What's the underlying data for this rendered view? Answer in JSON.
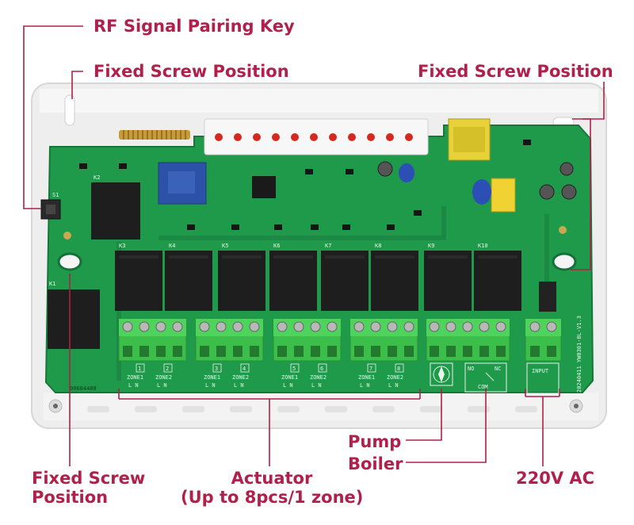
{
  "callouts": {
    "rf_pairing_key": "RF Signal Pairing Key",
    "fixed_screw_top_left": "Fixed Screw Position",
    "fixed_screw_top_right": "Fixed Screw Position",
    "fixed_screw_bottom_left_line1": "Fixed Screw",
    "fixed_screw_bottom_left_line2": "Position",
    "actuator_line1": "Actuator",
    "actuator_line2": "(Up to 8pcs/1 zone)",
    "pump": "Pump",
    "boiler": "Boiler",
    "ac_input": "220V AC"
  },
  "board": {
    "zone_numbers": [
      "1",
      "2",
      "3",
      "4",
      "5",
      "6",
      "7",
      "8"
    ],
    "zone_labels": [
      "ZONE1",
      "ZONE2",
      "ZONE1",
      "ZONE2",
      "ZONE1",
      "ZONE2",
      "ZONE1",
      "ZONE2"
    ],
    "ln_label": "L  N",
    "relay_labels": [
      "K3",
      "K4",
      "K5",
      "K6",
      "K7",
      "K8",
      "K9",
      "K10"
    ],
    "relay_k1": "K1",
    "relay_k2": "K2",
    "input_label": "INPUT",
    "com_label": "COM",
    "no_label": "NO",
    "nc_label": "NC",
    "version_text": "20240411  YW0301-8L-V1.3",
    "serial_text": "00684488",
    "switch_label": "S1",
    "led_count": 11
  },
  "colors": {
    "accent": "#b0204a",
    "pcb": "#1f9a4a",
    "terminal": "#3cbf4a",
    "relay": "#1e1e1e",
    "enclosure": "#eeeeee"
  }
}
